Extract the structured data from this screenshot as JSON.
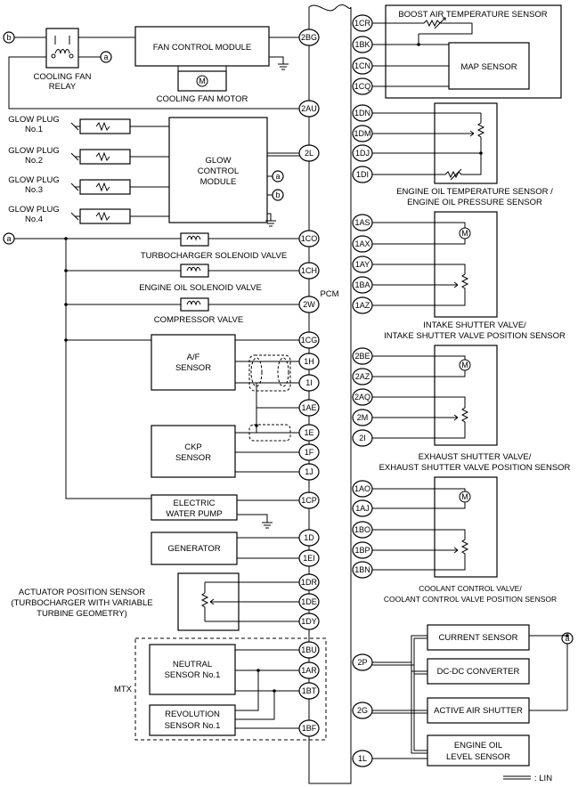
{
  "pcm_label": "PCM",
  "legend_label": ": LIN",
  "pin_a": "a",
  "pin_b": "b",
  "left_components": {
    "cooling_fan_relay": [
      "COOLING FAN",
      "RELAY"
    ],
    "fan_control_module": "FAN CONTROL MODULE",
    "cooling_fan_motor": "COOLING FAN MOTOR",
    "glow_plugs": [
      [
        "GLOW PLUG",
        "No.1"
      ],
      [
        "GLOW PLUG",
        "No.2"
      ],
      [
        "GLOW PLUG",
        "No.3"
      ],
      [
        "GLOW PLUG",
        "No.4"
      ]
    ],
    "glow_control_module": [
      "GLOW",
      "CONTROL",
      "MODULE"
    ],
    "turbocharger_solenoid_valve": "TURBOCHARGER SOLENOID VALVE",
    "engine_oil_solenoid_valve": "ENGINE OIL SOLENOID VALVE",
    "compressor_valve": "COMPRESSOR VALVE",
    "af_sensor": [
      "A/F",
      "SENSOR"
    ],
    "ckp_sensor": [
      "CKP",
      "SENSOR"
    ],
    "electric_water_pump": [
      "ELECTRIC",
      "WATER PUMP"
    ],
    "generator": "GENERATOR",
    "actuator_position_sensor": [
      "ACTUATOR POSITION SENSOR",
      "(TURBOCHARGER WITH VARIABLE",
      "TURBINE GEOMETRY)"
    ],
    "neutral_sensor": [
      "NEUTRAL",
      "SENSOR No.1"
    ],
    "revolution_sensor": [
      "REVOLUTION",
      "SENSOR No.1"
    ],
    "mtx_label": "MTX"
  },
  "right_components": {
    "boost_air_temperature_sensor": "BOOST AIR TEMPERATURE SENSOR",
    "map_sensor": "MAP SENSOR",
    "engine_oil_temp_pressure": [
      "ENGINE OIL TEMPERATURE SENSOR /",
      "ENGINE OIL PRESSURE SENSOR"
    ],
    "intake_shutter": [
      "INTAKE SHUTTER VALVE/",
      "INTAKE SHUTTER VALVE POSITION SENSOR"
    ],
    "exhaust_shutter": [
      "EXHAUST SHUTTER VALVE/",
      "EXHAUST SHUTTER VALVE POSITION SENSOR"
    ],
    "coolant_control": [
      "COOLANT CONTROL VALVE/",
      "COOLANT CONTROL VALVE POSITION SENSOR"
    ],
    "current_sensor": "CURRENT SENSOR",
    "dc_dc_converter": "DC-DC CONVERTER",
    "active_air_shutter": "ACTIVE AIR SHUTTER",
    "engine_oil_level_sensor": [
      "ENGINE OIL",
      "LEVEL SENSOR"
    ]
  },
  "left_pins": [
    "2BG",
    "2AU",
    "2L",
    "1CO",
    "1CH",
    "2W",
    "1CG",
    "1H",
    "1I",
    "1AE",
    "1E",
    "1F",
    "1J",
    "1CP",
    "1D",
    "1EI",
    "1DR",
    "1DE",
    "1DY",
    "1BU",
    "1AR",
    "1BT",
    "1BF"
  ],
  "right_pins": [
    "1CR",
    "1BK",
    "1CN",
    "1CQ",
    "1DN",
    "1DM",
    "1DJ",
    "1DI",
    "1AS",
    "1AX",
    "1AY",
    "1BA",
    "1AZ",
    "2BE",
    "2AZ",
    "2AQ",
    "2M",
    "2I",
    "1AO",
    "1AJ",
    "1BO",
    "1BP",
    "1BN",
    "2P",
    "2G",
    "1L"
  ]
}
